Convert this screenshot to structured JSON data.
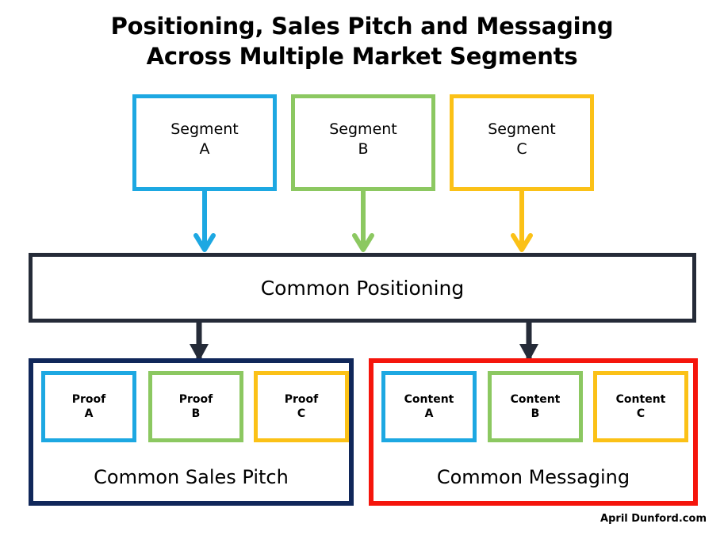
{
  "title": {
    "line1": "Positioning, Sales Pitch and Messaging",
    "line2": "Across Multiple Market Segments"
  },
  "segments": [
    {
      "name": "Segment",
      "letter": "A",
      "color": "#1da8e2"
    },
    {
      "name": "Segment",
      "letter": "B",
      "color": "#8cc861"
    },
    {
      "name": "Segment",
      "letter": "C",
      "color": "#fbc117"
    }
  ],
  "positioning": {
    "label": "Common Positioning",
    "color": "#252b38"
  },
  "sales_pitch": {
    "label": "Common Sales Pitch",
    "color": "#10275a",
    "items": [
      {
        "name": "Proof",
        "letter": "A",
        "color": "#1da8e2"
      },
      {
        "name": "Proof",
        "letter": "B",
        "color": "#8cc861"
      },
      {
        "name": "Proof",
        "letter": "C",
        "color": "#fbc117"
      }
    ]
  },
  "messaging": {
    "label": "Common Messaging",
    "color": "#f5150c",
    "items": [
      {
        "name": "Content",
        "letter": "A",
        "color": "#1da8e2"
      },
      {
        "name": "Content",
        "letter": "B",
        "color": "#8cc861"
      },
      {
        "name": "Content",
        "letter": "C",
        "color": "#fbc117"
      }
    ]
  },
  "arrows": [
    {
      "name": "segment-a-to-positioning",
      "color": "#1da8e2"
    },
    {
      "name": "segment-b-to-positioning",
      "color": "#8cc861"
    },
    {
      "name": "segment-c-to-positioning",
      "color": "#fbc117"
    },
    {
      "name": "positioning-to-sales-pitch",
      "color": "#252b38"
    },
    {
      "name": "positioning-to-messaging",
      "color": "#252b38"
    }
  ],
  "attribution": "April Dunford.com"
}
